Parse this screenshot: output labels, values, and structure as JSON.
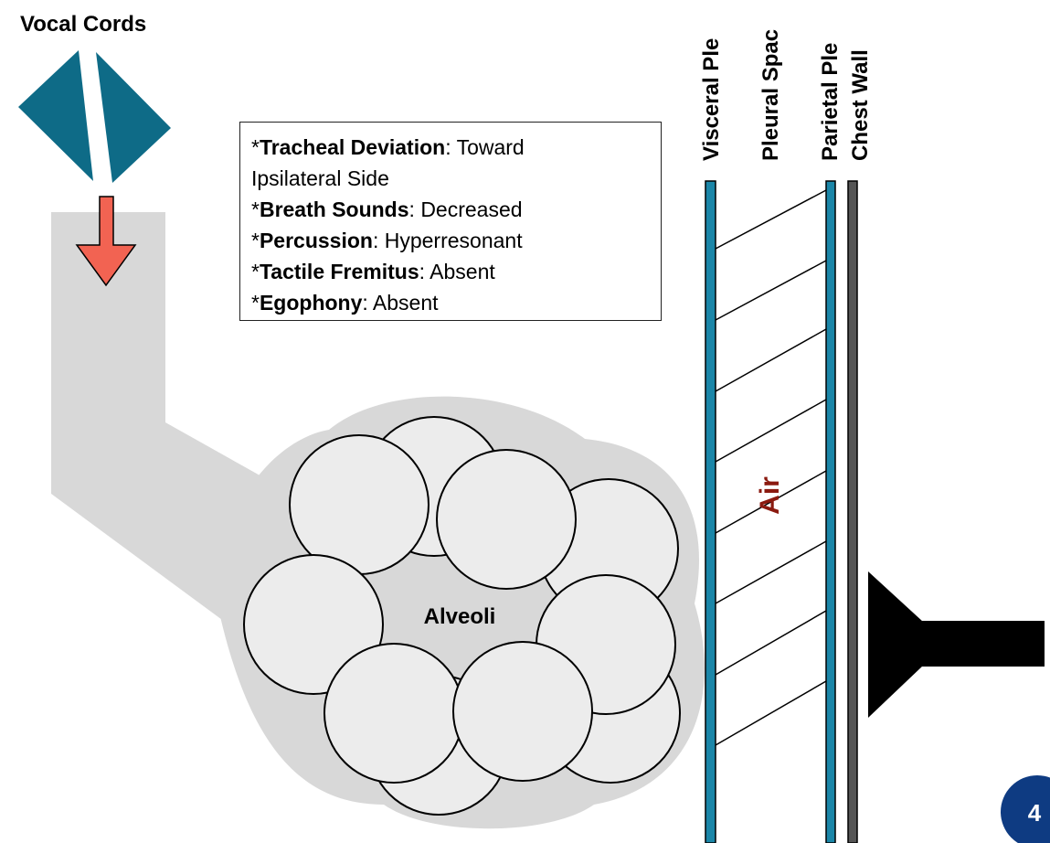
{
  "labels": {
    "vocal_cords": "Vocal Cords",
    "alveoli": "Alveoli",
    "air": "Air",
    "visceral_pleura": "Visceral Ple",
    "pleural_space": "Pleural Spac",
    "parietal_pleura": "Parietal Ple",
    "chest_wall": "Chest Wall",
    "slide_number": "4"
  },
  "findings": [
    {
      "prefix": "*",
      "term": "Tracheal Deviation",
      "sep": ": ",
      "value": "Toward",
      "continuation": "Ipsilateral Side"
    },
    {
      "prefix": "*",
      "term": "Breath Sounds",
      "sep": ": ",
      "value": "Decreased"
    },
    {
      "prefix": "*",
      "term": "Percussion",
      "sep": ": ",
      "value": "Hyperresonant"
    },
    {
      "prefix": "*",
      "term": "Tactile Fremitus",
      "sep": ": ",
      "value": "Absent"
    },
    {
      "prefix": "*",
      "term": "Egophony",
      "sep": ": ",
      "value": "Absent"
    }
  ],
  "colors": {
    "vocal_cords": "#0e6b87",
    "arrow": "#f26352",
    "airway": "#d8d8d8",
    "alveolus_fill": "#ececec",
    "pleura": "#1b86a8",
    "chest_wall": "#555555",
    "air_text": "#8b1a10",
    "stethoscope": "#000000",
    "badge": "#0e3b82"
  }
}
